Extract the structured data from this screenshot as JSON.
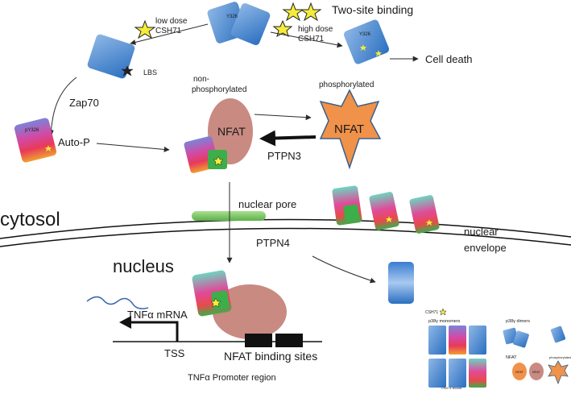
{
  "labels": {
    "two_site_binding": "Two-site binding",
    "low_dose": "low dose",
    "csh71_low": "CSH71",
    "high_dose": "high dose",
    "csh71_high": "CSH71",
    "y326_top": "Y326",
    "y326_right": "Y326",
    "lbs": "LBS",
    "cell_death": "Cell death",
    "zap70": "Zap70",
    "auto_p": "Auto-P",
    "non_phosphorylated_1": "non-",
    "non_phosphorylated_2": "phosphorylated",
    "phosphorylated": "phosphorylated",
    "nfat_left": "NFAT",
    "nfat_right": "NFAT",
    "ptpn3": "PTPN3",
    "cytosol": "cytosol",
    "nuclear_pore": "nuclear pore",
    "nuclear_envelope_1": "nuclear",
    "nuclear_envelope_2": "envelope",
    "ptpn4": "PTPN4",
    "nucleus": "nucleus",
    "tnfa_mrna": "TNFα mRNA",
    "tss": "TSS",
    "nfat_binding_sites": "NFAT binding sites",
    "promoter_region": "TNFα Promoter region",
    "kinase_small_label": "pY326"
  },
  "legend": {
    "csh71": "CSH71",
    "monomers_title": "p38γ monomers",
    "dimers_title": "p38γ dimers",
    "nfat_title": "NFAT",
    "phosphorylated": "phosphorylated",
    "nfat_a": "NFAT",
    "nfat_b": "NFAT",
    "csh71_bound": "CSH71 bound"
  },
  "colors": {
    "kinase_blue_dark": "#2a6fc0",
    "kinase_blue_light": "#8fb7e6",
    "nfat_pink": "#c98a82",
    "nfat_orange": "#f0924a",
    "nfat_outline": "#3b5f8a",
    "pore_green": "#7cc86a",
    "star_yellow": "#f5ec3a",
    "arrow": "#2b2b2b"
  }
}
